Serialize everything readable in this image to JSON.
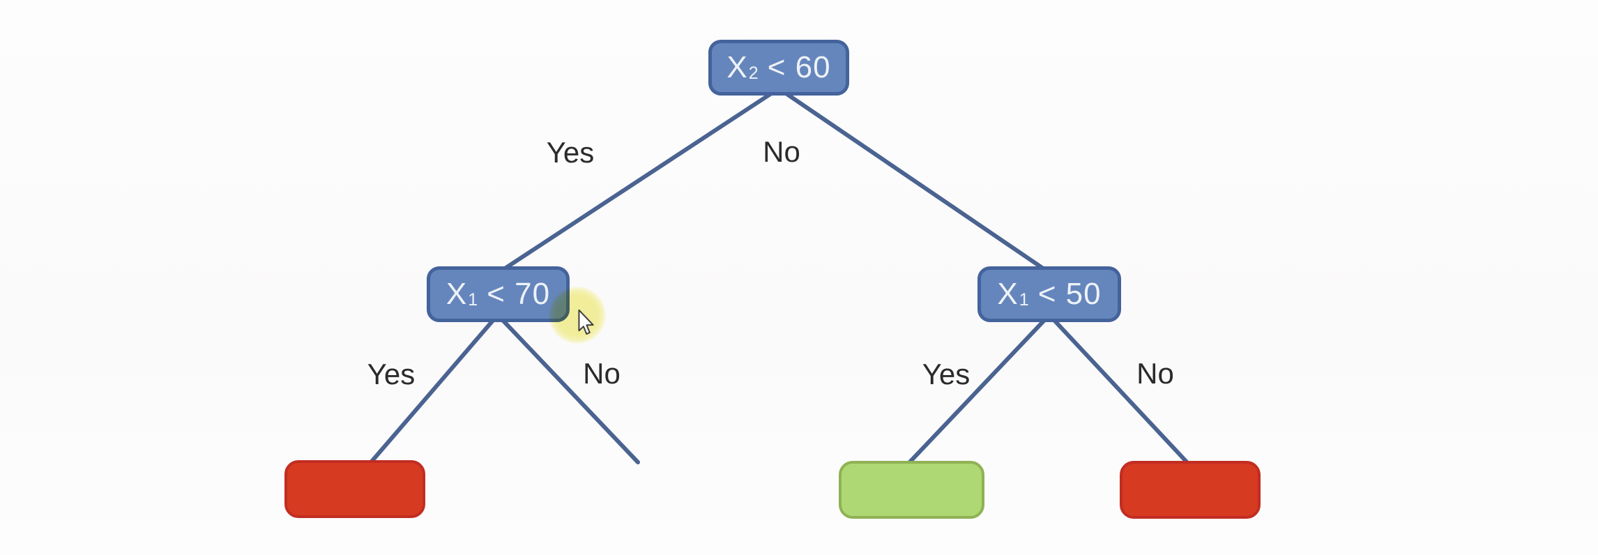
{
  "colors": {
    "background": "#fdfdfd",
    "node_fill": "#6586bc",
    "node_border": "#44639c",
    "node_text": "#eef2f8",
    "edge": "#4a6391",
    "label_text": "#2b2b2b",
    "leaf_red_fill": "#d63a20",
    "leaf_red_border": "#c22d22",
    "leaf_green_fill": "#aed873",
    "leaf_green_border": "#8fb254",
    "highlight": "#f4f196"
  },
  "tree": {
    "nodes": {
      "root": {
        "var": "X",
        "sub": "2",
        "cond": "< 60"
      },
      "left": {
        "var": "X",
        "sub": "1",
        "cond": "< 70"
      },
      "right": {
        "var": "X",
        "sub": "1",
        "cond": "< 50"
      }
    },
    "edges": {
      "root_yes": {
        "label": "Yes"
      },
      "root_no": {
        "label": "No"
      },
      "left_yes": {
        "label": "Yes"
      },
      "left_no": {
        "label": "No"
      },
      "right_yes": {
        "label": "Yes"
      },
      "right_no": {
        "label": "No"
      }
    },
    "leaves": {
      "left_yes": {
        "class": "red"
      },
      "right_yes": {
        "class": "green"
      },
      "right_no": {
        "class": "red"
      }
    }
  }
}
